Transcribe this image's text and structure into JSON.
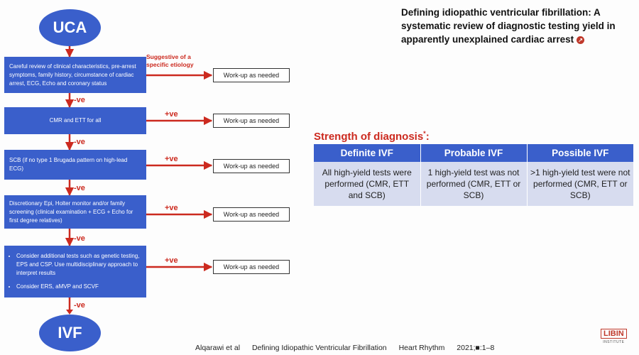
{
  "title": "Defining idiopathic ventricular fibrillation: A systematic review of diagnostic testing yield in apparently unexplained cardiac arrest",
  "title_icon": "external-link-icon",
  "flow": {
    "start": "UCA",
    "end": "IVF",
    "steps": [
      "Careful review of clinical characteristics, pre-arrest symptoms, family history, circumstance of cardiac arrest, ECG, Echo and coronary status",
      "CMR and ETT for all",
      "SCB (if no type 1 Brugada pattern on high-lead ECG)",
      "Discretionary Epi, Holter monitor and/or family screening (clinical examination + ECG + Echo for first degree relatives)"
    ],
    "last_step_bullets": [
      "Consider additional tests such as genetic testing, EPS and CSP. Use multidisciplinary approach to interpret results",
      "Consider ERS, aMVP and SCVF"
    ],
    "negative_label": "-ve",
    "positive_label": "+ve",
    "etiology_label": "Suggestive of a specific etiology",
    "workup_label": "Work-up as needed"
  },
  "strength": {
    "heading": "Strength of diagnosis",
    "marker": "*",
    "colon": ":",
    "columns": [
      {
        "header": "Definite IVF",
        "body": "All high-yield tests were performed (CMR, ETT and SCB)"
      },
      {
        "header": "Probable IVF",
        "body": "1 high-yield test was not performed (CMR, ETT or SCB)"
      },
      {
        "header": "Possible IVF",
        "body": ">1 high-yield test were not performed (CMR, ETT or SCB)"
      }
    ]
  },
  "footer": {
    "authors": "Alqarawi et al",
    "paper": "Defining Idiopathic Ventricular Fibrillation",
    "journal": "Heart Rhythm",
    "citation": "2021;■:1–8"
  },
  "logo": {
    "name": "LIBIN",
    "sub": "INSTITUTE"
  },
  "colors": {
    "box_blue": "#3a5fcb",
    "arrow_red": "#cc2a1f",
    "table_body": "#d7dcef"
  }
}
